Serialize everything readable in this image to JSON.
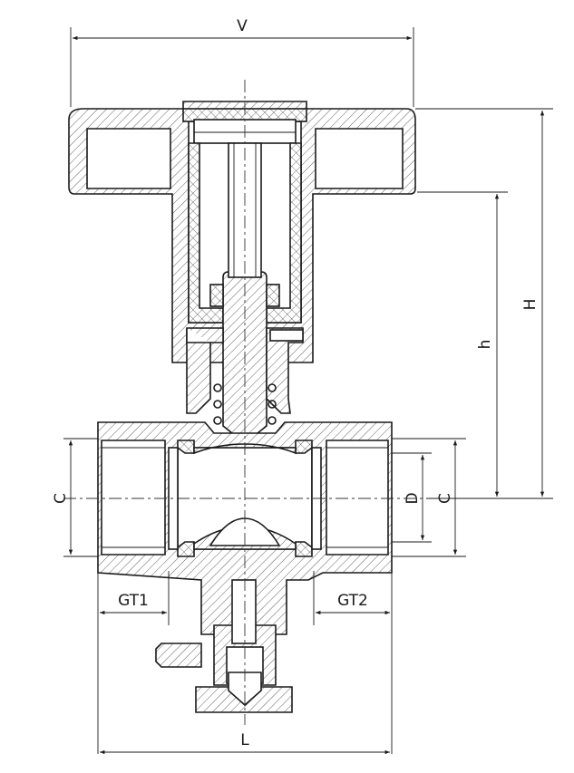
{
  "drawing": {
    "labels": {
      "V": "V",
      "H": "H",
      "h": "h",
      "C_left": "C",
      "C_right": "C",
      "D": "D",
      "GT1": "GT1",
      "GT2": "GT2",
      "L": "L"
    }
  }
}
